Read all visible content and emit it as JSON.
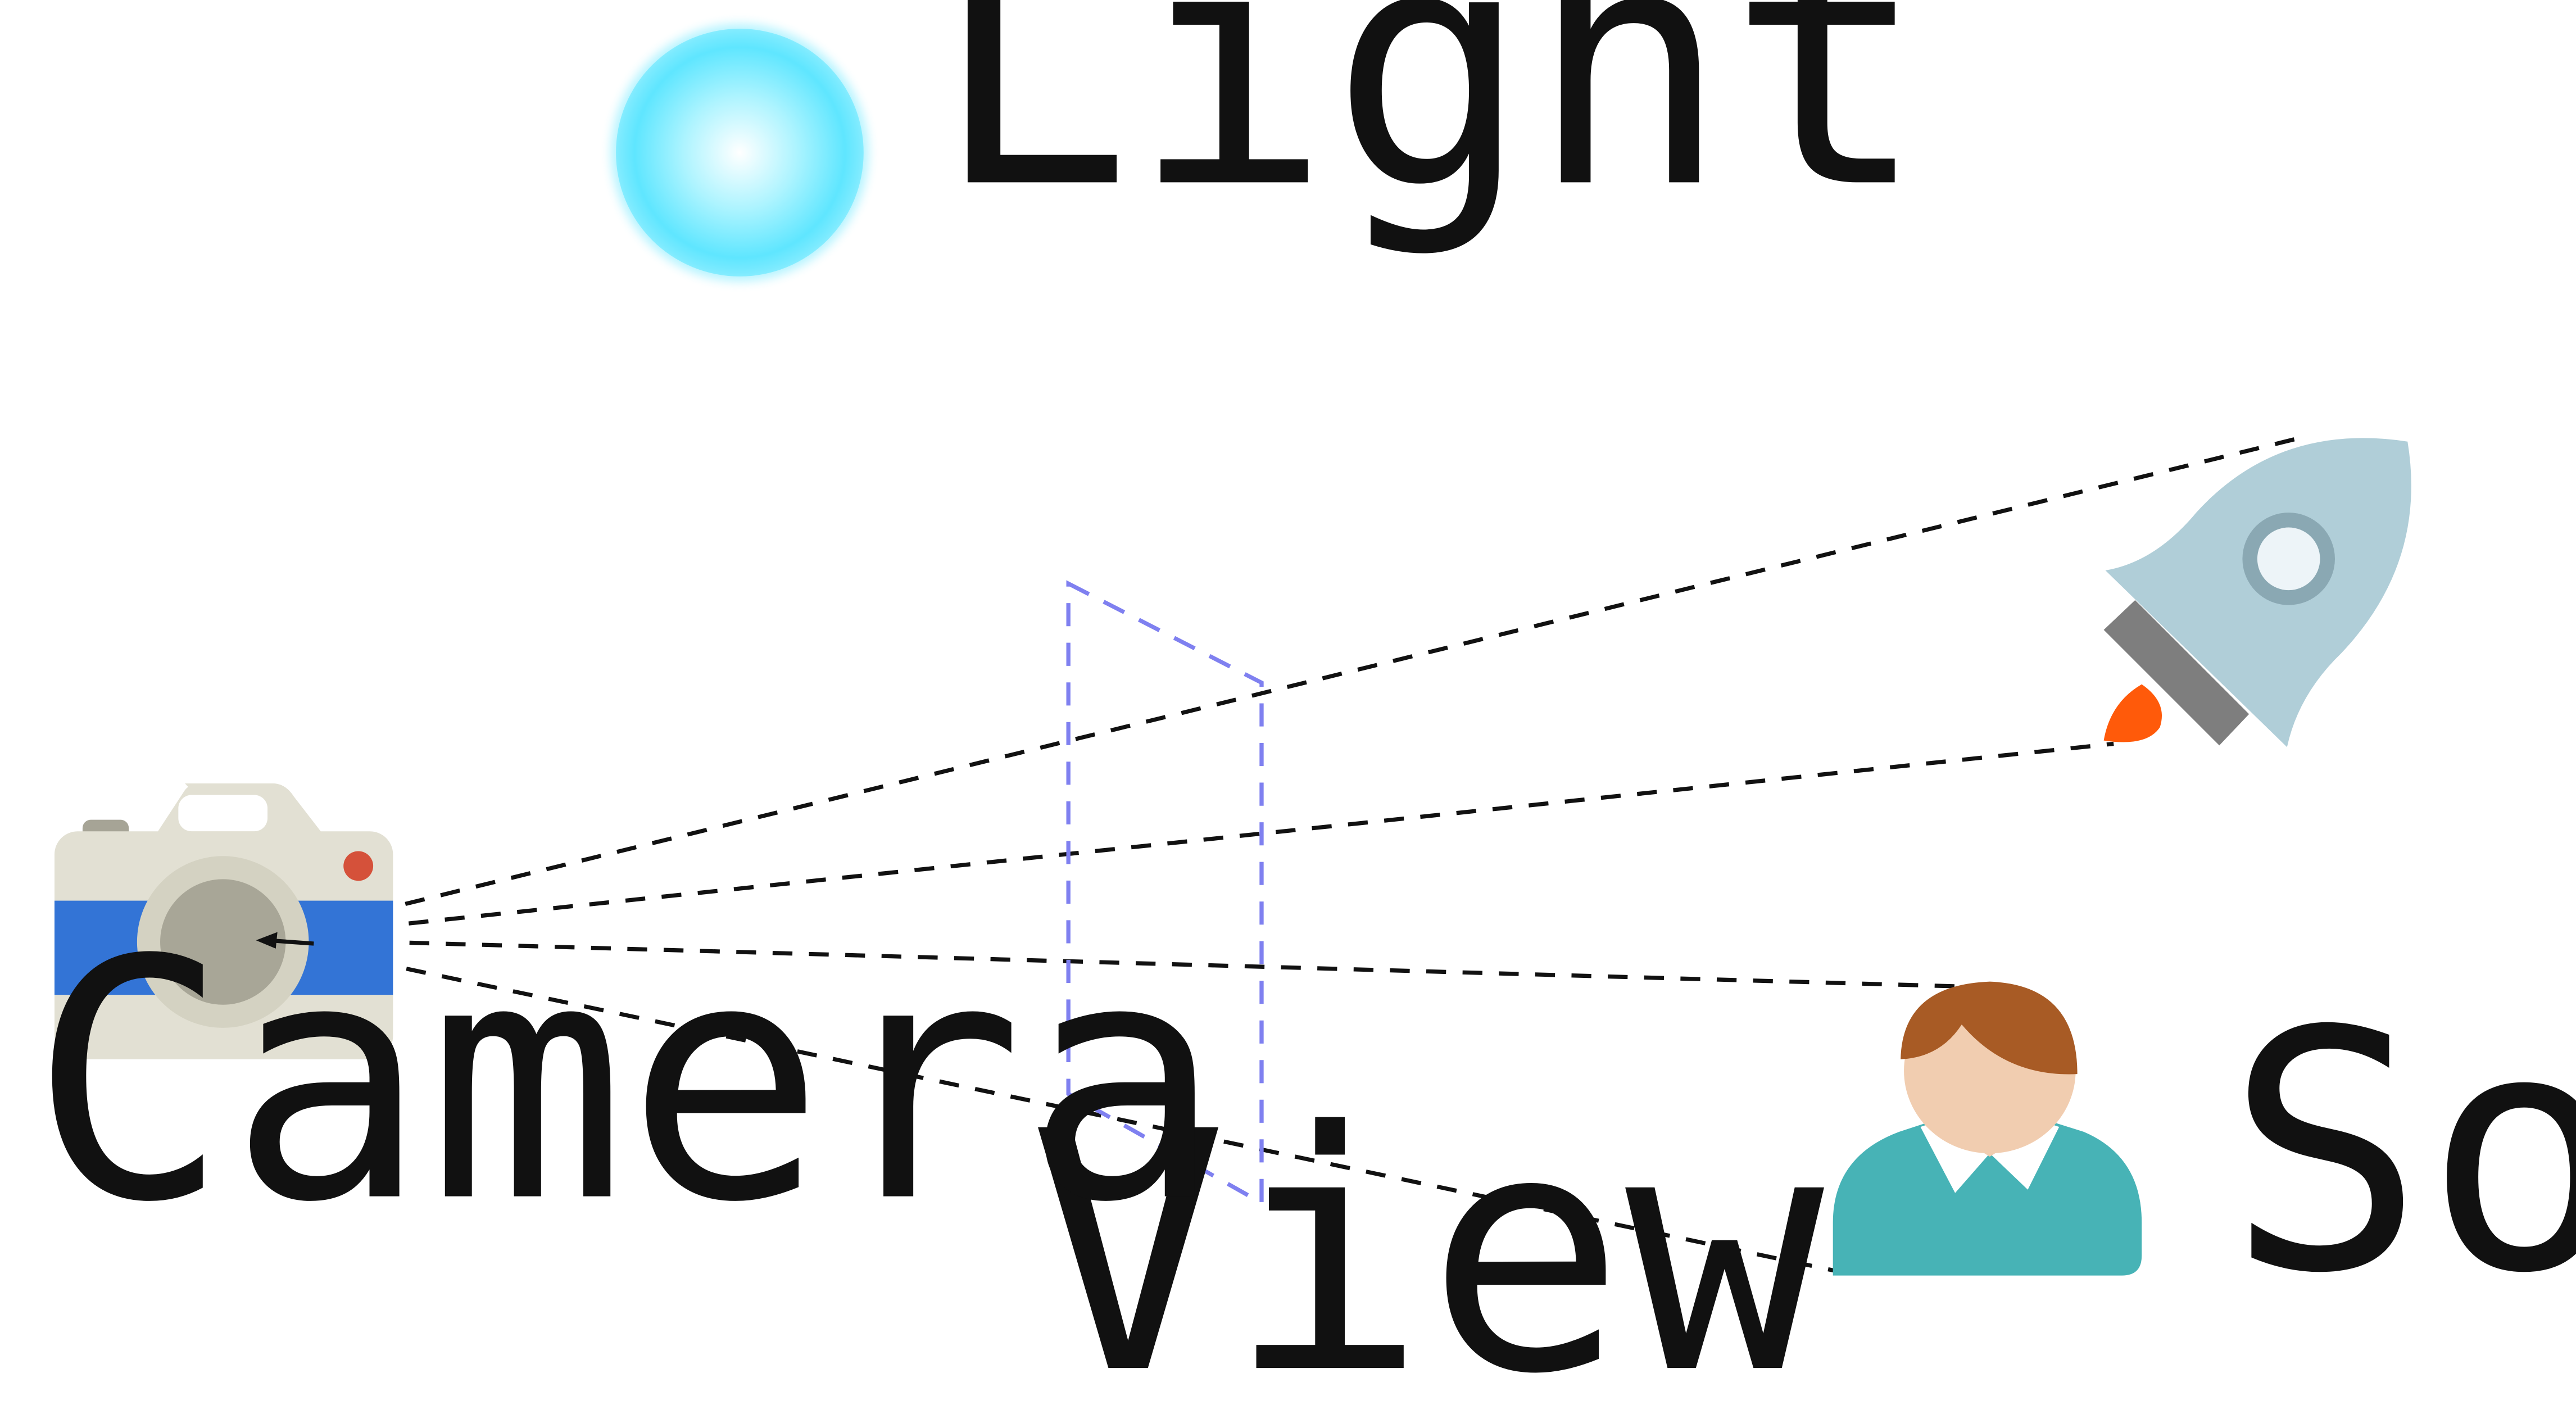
{
  "labels": {
    "light": "Light",
    "camera": "Camera",
    "view": "View",
    "solid": "Solid"
  },
  "colors": {
    "light_glow": "#5fe6ff",
    "light_center": "#ffffff",
    "camera_body": "#e2e0d3",
    "camera_band": "#3374d6",
    "camera_lens_ring": "#d4d2c2",
    "camera_lens": "#a8a697",
    "camera_shutter": "#a6a496",
    "camera_record_dot": "#d5513a",
    "view_plane": "#7f80f0",
    "ray": "#111111",
    "rocket_body": "#b0ced8",
    "rocket_window_ring": "#8aa8b3",
    "rocket_window": "#edf4f8",
    "rocket_nozzle": "#7e7e7e",
    "rocket_flame": "#ff5a0a",
    "person_shirt": "#47b3b6",
    "person_skin": "#f1cdb0",
    "person_hair": "#a85b25",
    "person_collar": "#ffffff"
  },
  "icons": {
    "light": "light-sphere-icon",
    "camera": "camera-icon",
    "rocket": "rocket-icon",
    "person": "person-icon"
  }
}
